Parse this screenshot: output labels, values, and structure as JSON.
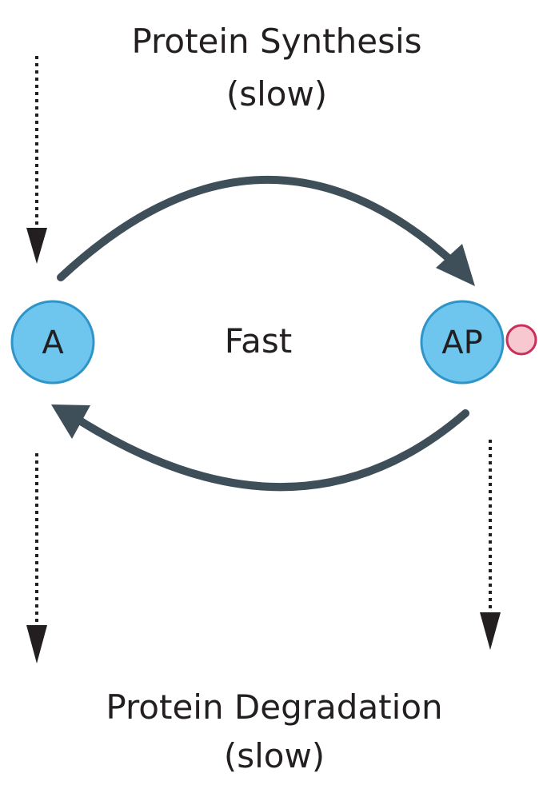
{
  "synthesis": {
    "line1": "Protein Synthesis",
    "line2": "(slow)"
  },
  "degradation": {
    "line1": "Protein Degradation",
    "line2": "(slow)"
  },
  "cycle_label": "Fast",
  "nodes": {
    "a": {
      "label": "A"
    },
    "ap": {
      "label": "AP"
    }
  },
  "colors": {
    "node_fill": "#6ec6ef",
    "node_stroke": "#2f95c8",
    "arrow": "#3e4f59",
    "dotted_arrow": "#231f20",
    "phosphate_fill": "#f7c8cf",
    "phosphate_stroke": "#c8305a",
    "text": "#231f20"
  }
}
